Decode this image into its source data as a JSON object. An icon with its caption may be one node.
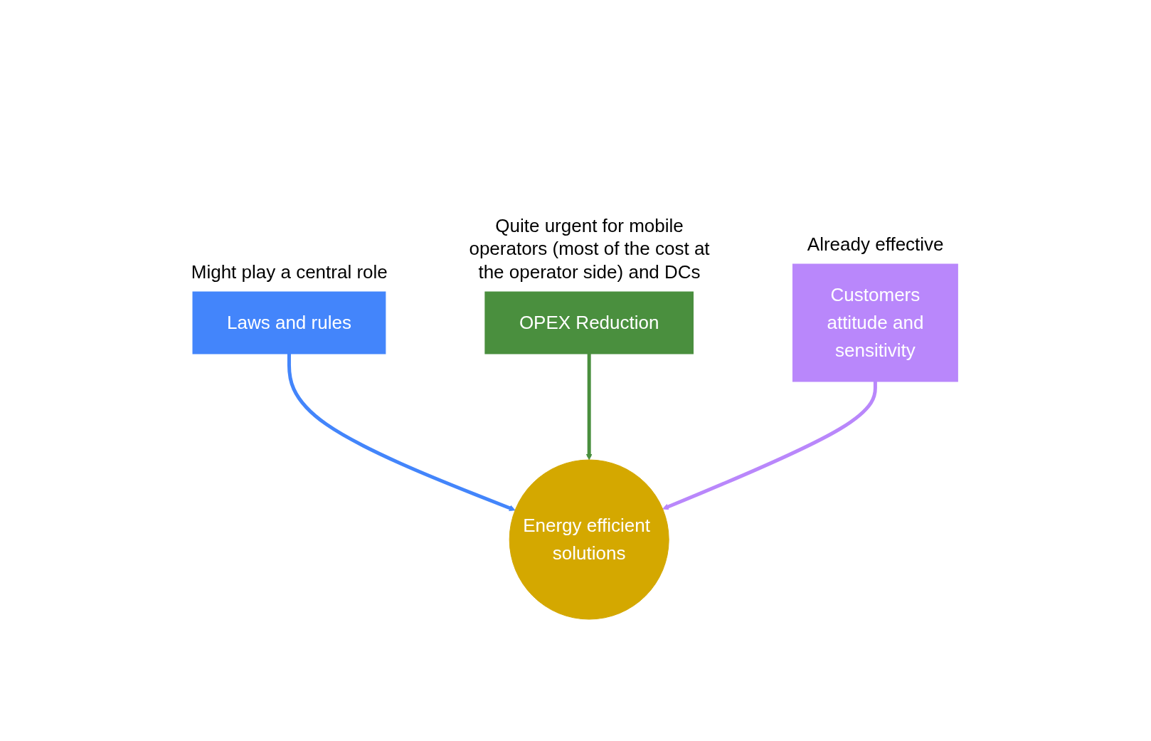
{
  "diagram": {
    "nodes": [
      {
        "text": [
          "Laws and rules"
        ],
        "beside": [
          "Might play a central role"
        ]
      },
      {
        "text": [
          "OPEX Reduction"
        ],
        "beside": [
          "Quite urgent for mobile operators (most of the cost at the operator side) and DCs"
        ]
      },
      {
        "text": [
          "Customers attitude and sensitivity"
        ],
        "beside": [
          "Already effective"
        ]
      },
      {
        "text": [
          "Energy efficient solutions"
        ]
      }
    ],
    "edges": [
      {
        "from": 0,
        "to": 3,
        "arrow": "to",
        "color": "#4385fb"
      },
      {
        "from": 1,
        "to": 3,
        "arrow": "to",
        "color": "#4a8f3e"
      },
      {
        "from": 2,
        "to": 3,
        "arrow": "to",
        "color": "#b987fb"
      }
    ]
  }
}
